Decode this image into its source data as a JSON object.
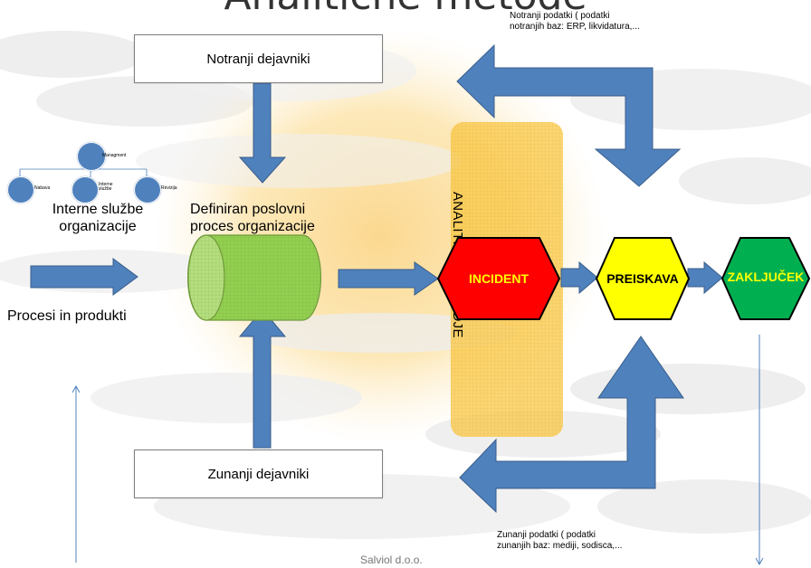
{
  "title": "Analitične metode",
  "internal_factors": "Notranji  dejavniki",
  "external_factors": "Zunanji  dejavniki",
  "internal_data": {
    "line1": "Notranji podatki ( podatki",
    "line2": "notranjih  baz: ERP, likvidatura,..."
  },
  "external_data": {
    "line1": "Zunanji podatki ( podatki",
    "line2": "zunanjih baz: mediji, sodisca,..."
  },
  "org_chart": {
    "top": "Managment",
    "left": "Nabava",
    "middle_line1": "Interne",
    "middle_line2": "službe",
    "right": "Revizija"
  },
  "internal_services": {
    "line1": "Interne službe",
    "line2": "organizacije"
  },
  "business_process": {
    "line1": "Definiran poslovni",
    "line2": "proces organizacije"
  },
  "processes_products": "Procesi in produkti",
  "analytic_tool": "ANALITIČNO ORODJE",
  "stages": [
    {
      "label": "INCIDENT",
      "fill": "#ff0000",
      "text": "#ffff00"
    },
    {
      "label": "PREISKAVA",
      "fill": "#ffff00",
      "text": "#000000"
    },
    {
      "label": "ZAKLJUČEK",
      "fill": "#00b050",
      "text": "#ffff00"
    }
  ],
  "footer": "Salviol d.o.o.",
  "colors": {
    "arrow": "#4f81bd",
    "arrow_stroke": "#385d8a",
    "cylinder": "#92d050",
    "band": "#f9c846"
  }
}
